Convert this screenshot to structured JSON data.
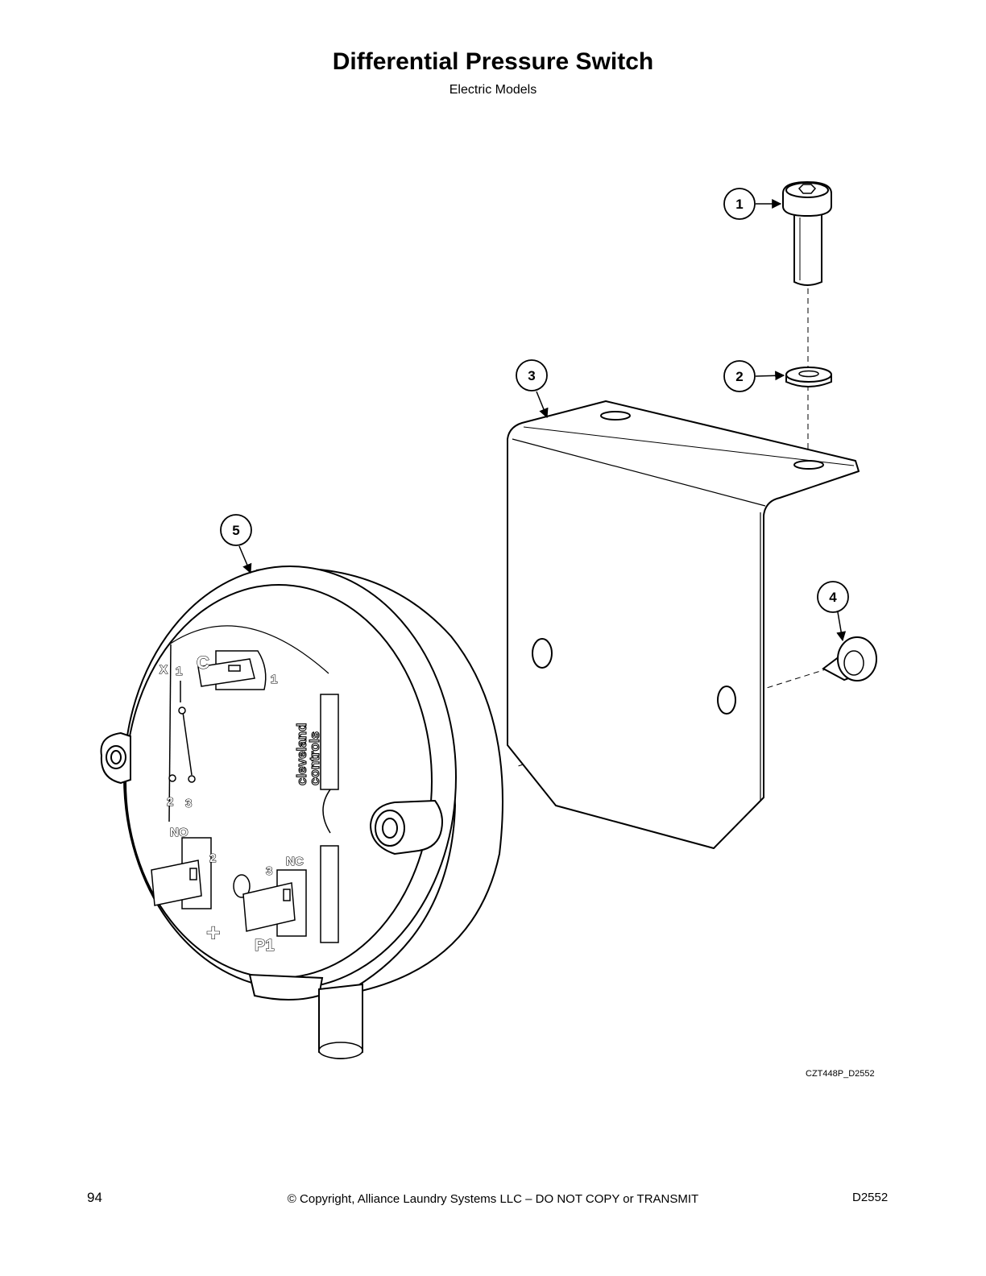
{
  "header": {
    "title": "Differential Pressure Switch",
    "subtitle": "Electric Models"
  },
  "callouts": [
    "1",
    "2",
    "3",
    "4",
    "5"
  ],
  "switch_markings": {
    "x": "X",
    "c": "C",
    "term_1_top": "1",
    "term_1_bottom": "1",
    "num_2": "2",
    "num_3": "3",
    "no": "NO",
    "no_2": "2",
    "nc": "NC",
    "nc_3": "3",
    "plus": "+",
    "p1": "P1",
    "brand_line1": "cleveland",
    "brand_line2": "controls"
  },
  "drawing_code": "CZT448P_D2552",
  "footer": {
    "page_number": "94",
    "copyright": "© Copyright, Alliance Laundry Systems LLC – DO NOT COPY or TRANSMIT",
    "doc_code": "D2552"
  }
}
